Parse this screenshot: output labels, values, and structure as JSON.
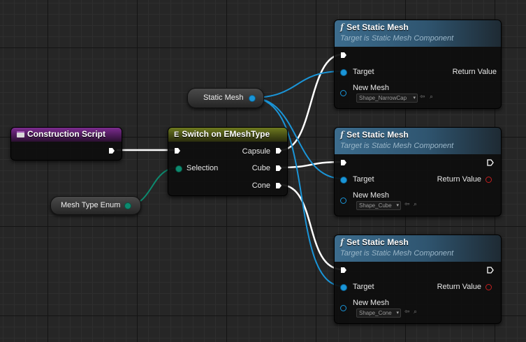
{
  "construction_script": {
    "title": "Construction Script"
  },
  "switch_node": {
    "title": "Switch on EMeshType",
    "input_selection": "Selection",
    "outputs": [
      "Capsule",
      "Cube",
      "Cone"
    ]
  },
  "mesh_type_enum": {
    "label": "Mesh Type Enum"
  },
  "static_mesh_var": {
    "label": "Static Mesh"
  },
  "set_static_mesh_nodes": [
    {
      "title": "Set Static Mesh",
      "subtitle": "Target is Static Mesh Component",
      "target_label": "Target",
      "return_label": "Return Value",
      "new_mesh_label": "New Mesh",
      "new_mesh_value": "Shape_NarrowCap"
    },
    {
      "title": "Set Static Mesh",
      "subtitle": "Target is Static Mesh Component",
      "target_label": "Target",
      "return_label": "Return Value",
      "new_mesh_label": "New Mesh",
      "new_mesh_value": "Shape_Cube"
    },
    {
      "title": "Set Static Mesh",
      "subtitle": "Target is Static Mesh Component",
      "target_label": "Target",
      "return_label": "Return Value",
      "new_mesh_label": "New Mesh",
      "new_mesh_value": "Shape_Cone"
    }
  ],
  "icons": {
    "function": "f",
    "switch": "E",
    "dropdown_arrow": "▾",
    "use_selected": "⇦",
    "browse": "⌕"
  },
  "colors": {
    "exec_wire": "#ffffff",
    "object_pin": "#1a95d8",
    "enum_pin": "#0d8a6f",
    "return_pin": "#c41f1f",
    "function_header": "#3c6c8d",
    "switch_header": "#6e7a1f",
    "event_header": "#7c2c8f"
  }
}
